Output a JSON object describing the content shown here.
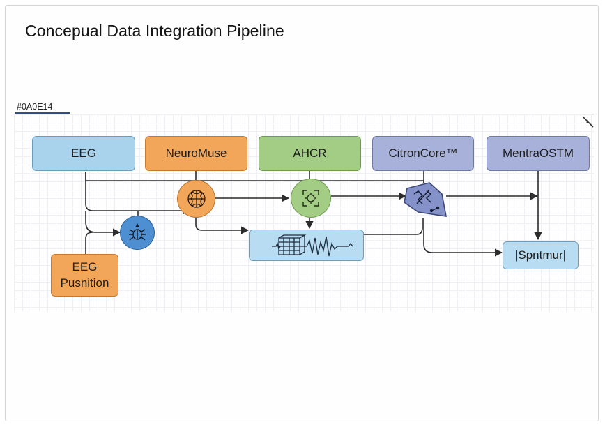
{
  "title": "Concepual Data Integration Pipeline",
  "hex_label": "#0A0E14",
  "boxes": {
    "eeg": "EEG",
    "neuromuse": "NeuroMuse",
    "ahcr": "AHCR",
    "citroncore": "CitronCore™",
    "mentraostm": "MentraOSTM",
    "eeg_pusnition_line1": "EEG",
    "eeg_pusnition_line2": "Pusnition",
    "spntmur": "|Spntmur|"
  },
  "icons": {
    "neuromuse_node": "brain-icon",
    "ahcr_node": "focus-target-icon",
    "bug_node": "bug-icon",
    "citron_node": "shuffle-icon",
    "waveform": "waveform-icon",
    "grid_cube": "grid-cube-icon"
  },
  "colors": {
    "blue_box": "#a9d3ec",
    "orange_box": "#f2a65a",
    "green_box": "#a3cc84",
    "purple_box": "#a7b1d9",
    "node_blue": "#4d8fd1",
    "connector": "#2b2b2b"
  }
}
